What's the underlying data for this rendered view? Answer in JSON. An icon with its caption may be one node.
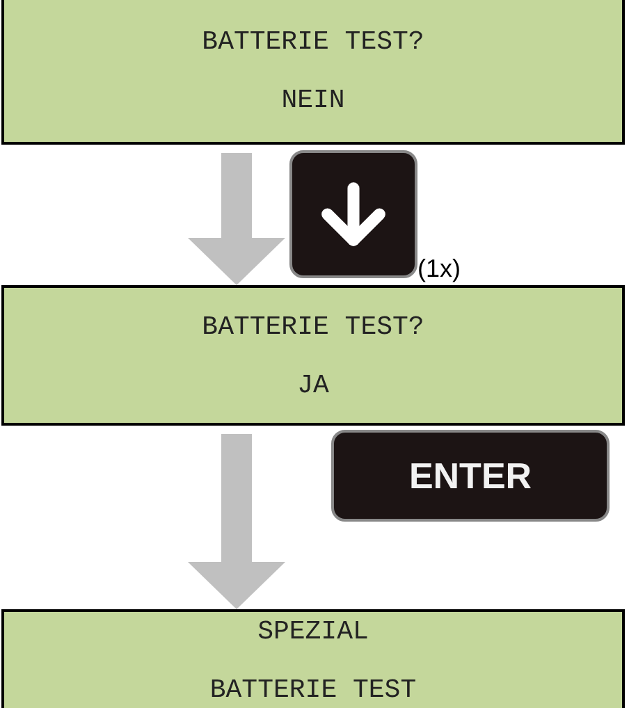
{
  "diagram": {
    "nodes": [
      {
        "text": [
          "BATTERIE TEST?",
          "NEIN"
        ]
      },
      {
        "text": [
          "BATTERIE TEST?",
          "JA"
        ]
      },
      {
        "text": [
          "SPEZIAL",
          "BATTERIE TEST"
        ]
      }
    ],
    "edges": [
      {
        "from": 0,
        "to": 1,
        "arrow": "to"
      },
      {
        "from": 1,
        "to": 2,
        "arrow": "to"
      }
    ],
    "labels": [
      "(1x)",
      "ENTER"
    ]
  }
}
